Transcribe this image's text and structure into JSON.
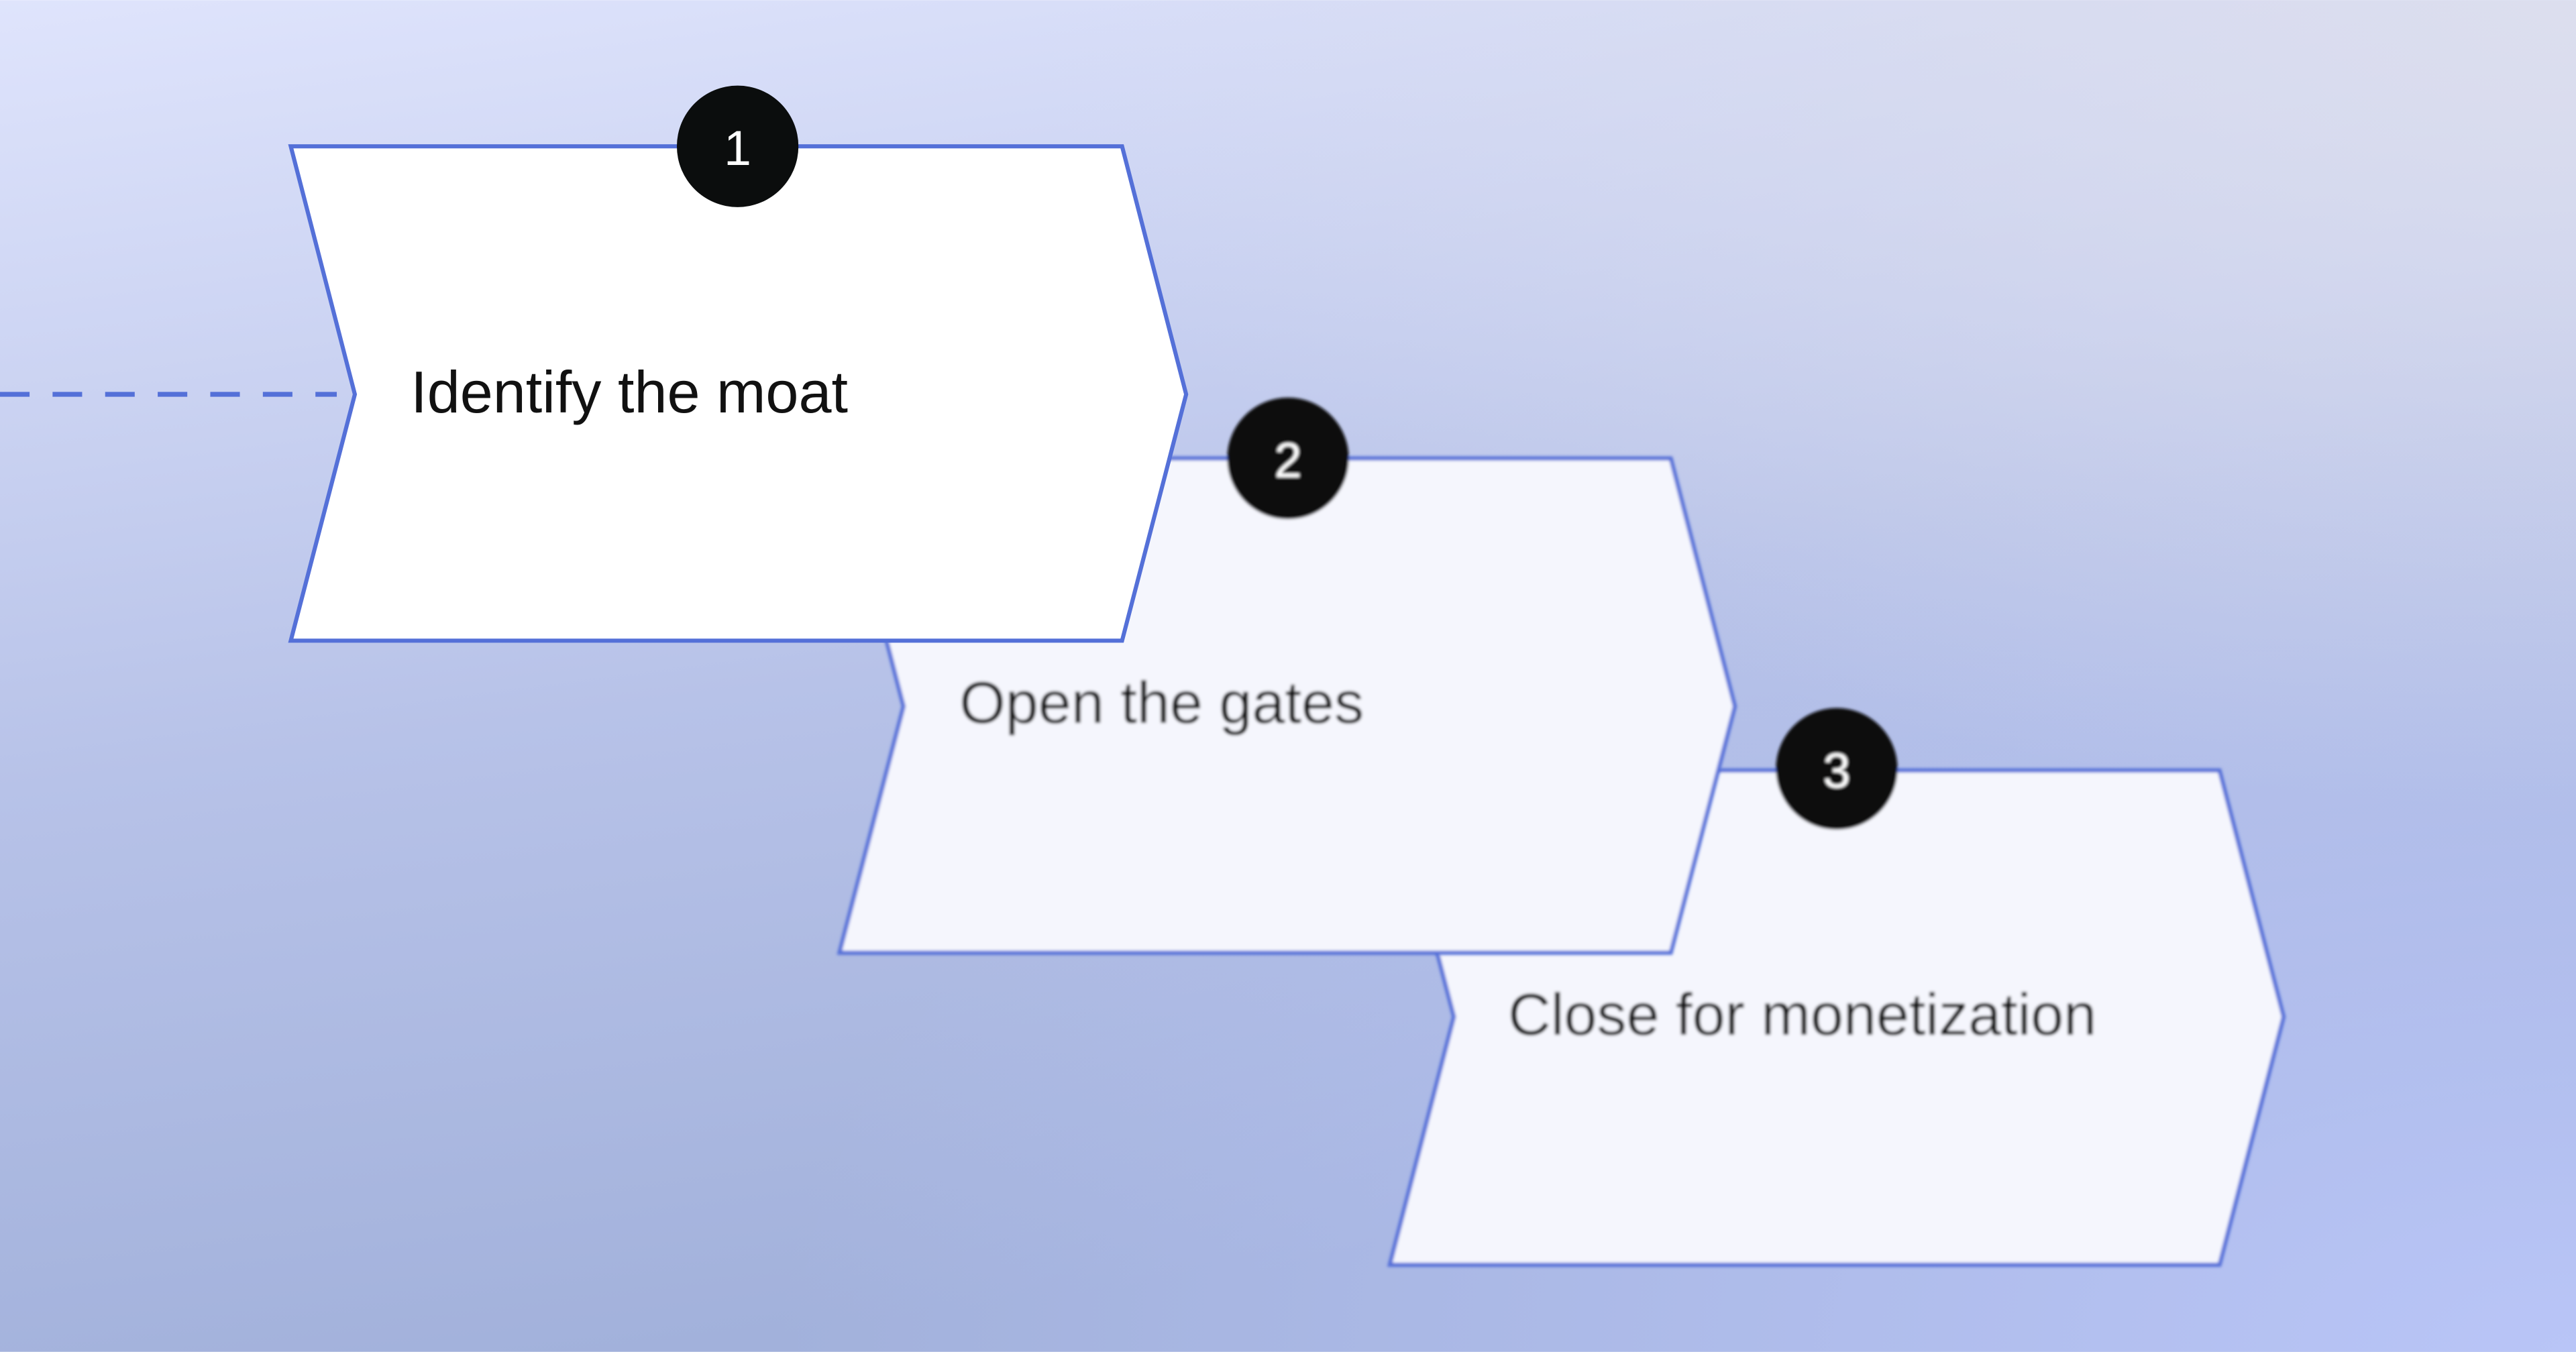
{
  "diagram": {
    "steps": [
      {
        "number": "1",
        "label": "Identify the moat"
      },
      {
        "number": "2",
        "label": "Open the gates"
      },
      {
        "number": "3",
        "label": "Close for monetization"
      }
    ]
  },
  "colors": {
    "outline": "#5470d8",
    "badge": "#0b0d0d",
    "card_active": "#ffffff",
    "card_inactive": "#f5f6fd"
  }
}
